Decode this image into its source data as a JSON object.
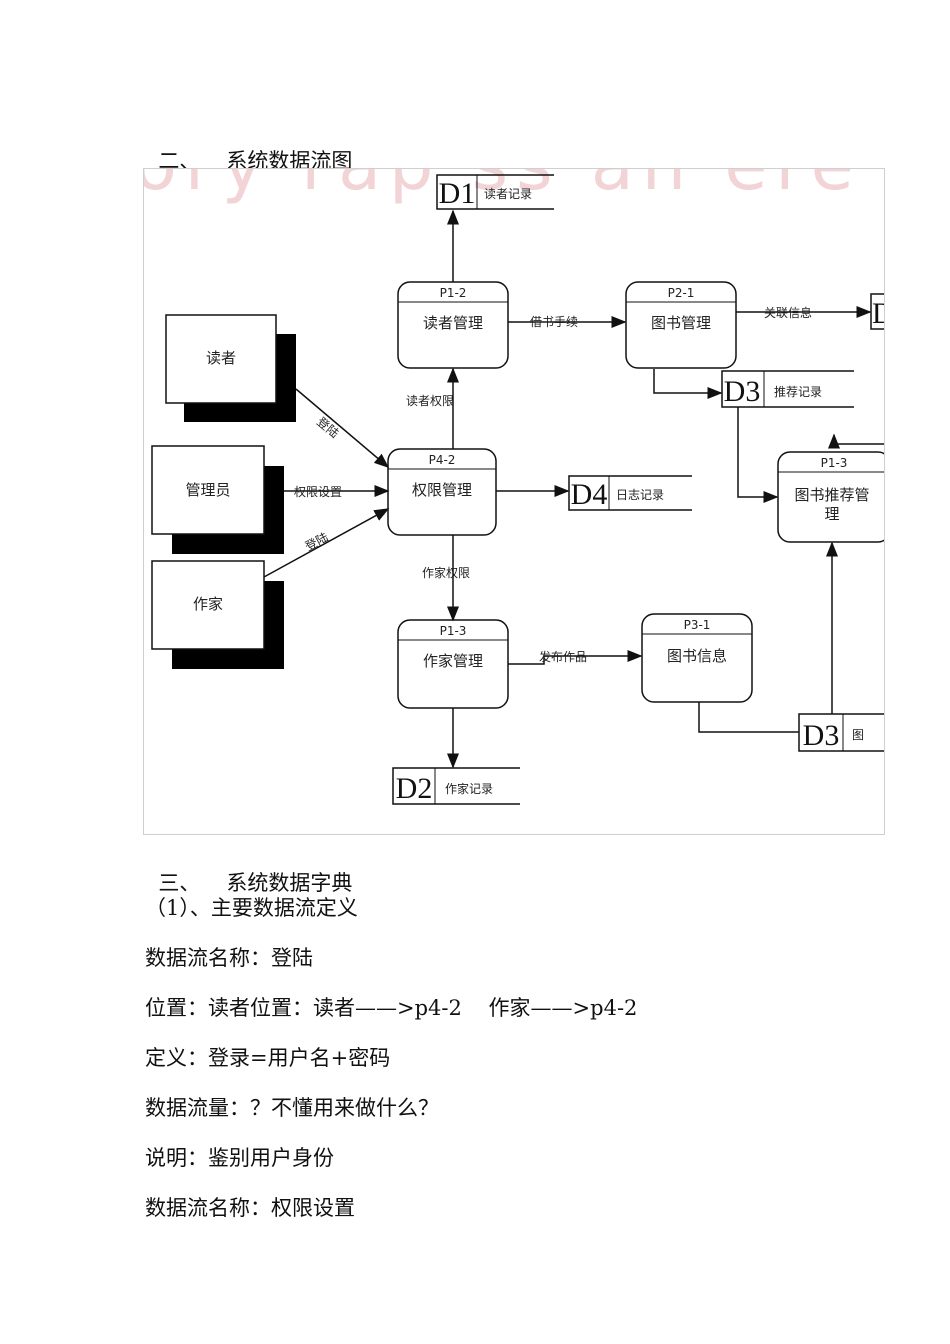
{
  "section2": {
    "number": "二、",
    "title": "系统数据流图"
  },
  "diagram": {
    "watermark": "ory rap ss an ere",
    "entities": {
      "reader": "读者",
      "admin": "管理员",
      "author": "作家"
    },
    "processes": {
      "p4_2": {
        "id": "P4-2",
        "name": "权限管理"
      },
      "p1_2": {
        "id": "P1-2",
        "name": "读者管理"
      },
      "p2_1": {
        "id": "P2-1",
        "name": "图书管理"
      },
      "p1_3": {
        "id": "P1-3",
        "name": "作家管理"
      },
      "p3_1": {
        "id": "P3-1",
        "name": "图书信息"
      },
      "p_r": {
        "id": "P1-3",
        "name1": "图书推荐管",
        "name2": "理"
      }
    },
    "stores": {
      "d1": {
        "id": "D1",
        "name": "读者记录"
      },
      "d2": {
        "id": "D2",
        "name": "作家记录"
      },
      "d3a": {
        "id": "D3",
        "name": "推荐记录"
      },
      "d3b": {
        "id": "D3",
        "name": "图"
      },
      "d4": {
        "id": "D4",
        "name": "日志记录"
      },
      "dtop": {
        "id": "D"
      }
    },
    "flows": {
      "login_reader": "登陆",
      "perm_setting": "权限设置",
      "login_author": "登陆",
      "reader_perm": "读者权限",
      "author_perm": "作家权限",
      "borrow": "借书手续",
      "return": "关联信息",
      "publish": "发布作品"
    }
  },
  "section3": {
    "number": "三、",
    "title": "系统数据字典"
  },
  "lines": [
    "（1）、主要数据流定义",
    "数据流名称：登陆",
    "位置：读者位置：读者——>p4-2    作家——>p4-2",
    "定义：登录=用户名+密码",
    "数据流量：？不懂用来做什么？",
    "说明：鉴别用户身份",
    "数据流名称：权限设置"
  ]
}
